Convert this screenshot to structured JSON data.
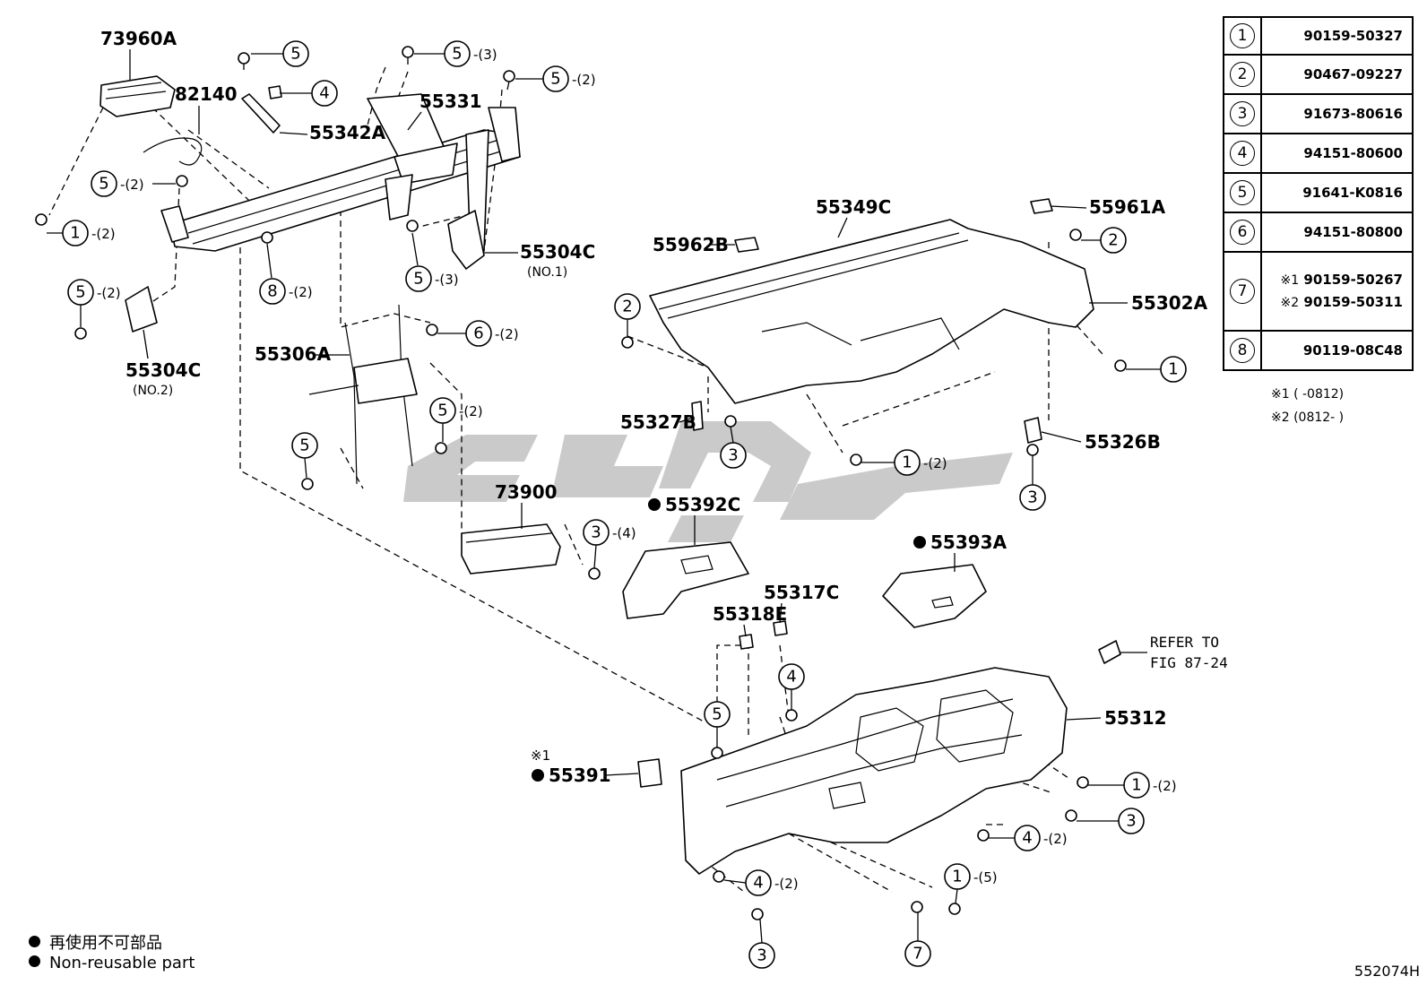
{
  "diagram_code": "552074H",
  "labels": {
    "p73960A": "73960A",
    "p82140": "82140",
    "p55342A": "55342A",
    "p55331": "55331",
    "p55304C_1": "55304C",
    "p55304C_1_sub": "(NO.1)",
    "p55304C_2": "55304C",
    "p55304C_2_sub": "(NO.2)",
    "p55306A": "55306A",
    "p55349C": "55349C",
    "p55961A": "55961A",
    "p55962B": "55962B",
    "p55302A": "55302A",
    "p55327B": "55327B",
    "p55326B": "55326B",
    "p73900": "73900",
    "p55392C": "55392C",
    "p55393A": "55393A",
    "p55317C": "55317C",
    "p55318E": "55318E",
    "p55312": "55312",
    "p55391": "55391",
    "p55391_note": "※1",
    "refer_line1": "REFER TO",
    "refer_line2": "FIG 87-24"
  },
  "callouts": {
    "c01": {
      "num": "5",
      "qty": ""
    },
    "c02": {
      "num": "4",
      "qty": ""
    },
    "c03": {
      "num": "5",
      "qty": "-(3)"
    },
    "c04": {
      "num": "5",
      "qty": "-(2)"
    },
    "c05": {
      "num": "5",
      "qty": "-(2)"
    },
    "c06": {
      "num": "1",
      "qty": "-(2)"
    },
    "c07": {
      "num": "8",
      "qty": "-(2)"
    },
    "c08": {
      "num": "5",
      "qty": "-(3)"
    },
    "c09": {
      "num": "5",
      "qty": "-(2)"
    },
    "c10": {
      "num": "6",
      "qty": "-(2)"
    },
    "c11": {
      "num": "5",
      "qty": "-(2)"
    },
    "c12": {
      "num": "5",
      "qty": ""
    },
    "c13": {
      "num": "2",
      "qty": ""
    },
    "c14": {
      "num": "2",
      "qty": ""
    },
    "c15": {
      "num": "1",
      "qty": ""
    },
    "c16": {
      "num": "3",
      "qty": ""
    },
    "c17": {
      "num": "1",
      "qty": "-(2)"
    },
    "c18": {
      "num": "3",
      "qty": ""
    },
    "c19": {
      "num": "3",
      "qty": "-(4)"
    },
    "c20": {
      "num": "4",
      "qty": ""
    },
    "c21": {
      "num": "5",
      "qty": ""
    },
    "c22": {
      "num": "1",
      "qty": "-(2)"
    },
    "c23": {
      "num": "3",
      "qty": ""
    },
    "c24": {
      "num": "4",
      "qty": "-(2)"
    },
    "c25": {
      "num": "1",
      "qty": "-(5)"
    },
    "c26": {
      "num": "4",
      "qty": "-(2)"
    },
    "c27": {
      "num": "3",
      "qty": ""
    },
    "c28": {
      "num": "7",
      "qty": ""
    }
  },
  "table": [
    {
      "num": "1",
      "parts": [
        "90159-50327"
      ],
      "marks": [
        ""
      ]
    },
    {
      "num": "2",
      "parts": [
        "90467-09227"
      ],
      "marks": [
        ""
      ]
    },
    {
      "num": "3",
      "parts": [
        "91673-80616"
      ],
      "marks": [
        ""
      ]
    },
    {
      "num": "4",
      "parts": [
        "94151-80600"
      ],
      "marks": [
        ""
      ]
    },
    {
      "num": "5",
      "parts": [
        "91641-K0816"
      ],
      "marks": [
        ""
      ]
    },
    {
      "num": "6",
      "parts": [
        "94151-80800"
      ],
      "marks": [
        ""
      ]
    },
    {
      "num": "7",
      "parts": [
        "90159-50267",
        "90159-50311"
      ],
      "marks": [
        "※1",
        "※2"
      ]
    },
    {
      "num": "8",
      "parts": [
        "90119-08C48"
      ],
      "marks": [
        ""
      ]
    }
  ],
  "notes": {
    "n1": "※1 (       -0812)",
    "n2": "※2 (0812-       )"
  },
  "legend": {
    "jp": "再使用不可部品",
    "en": "Non-reusable part"
  },
  "colors": {
    "line": "#000000",
    "watermark": "#b8b8b8",
    "background": "#ffffff"
  }
}
